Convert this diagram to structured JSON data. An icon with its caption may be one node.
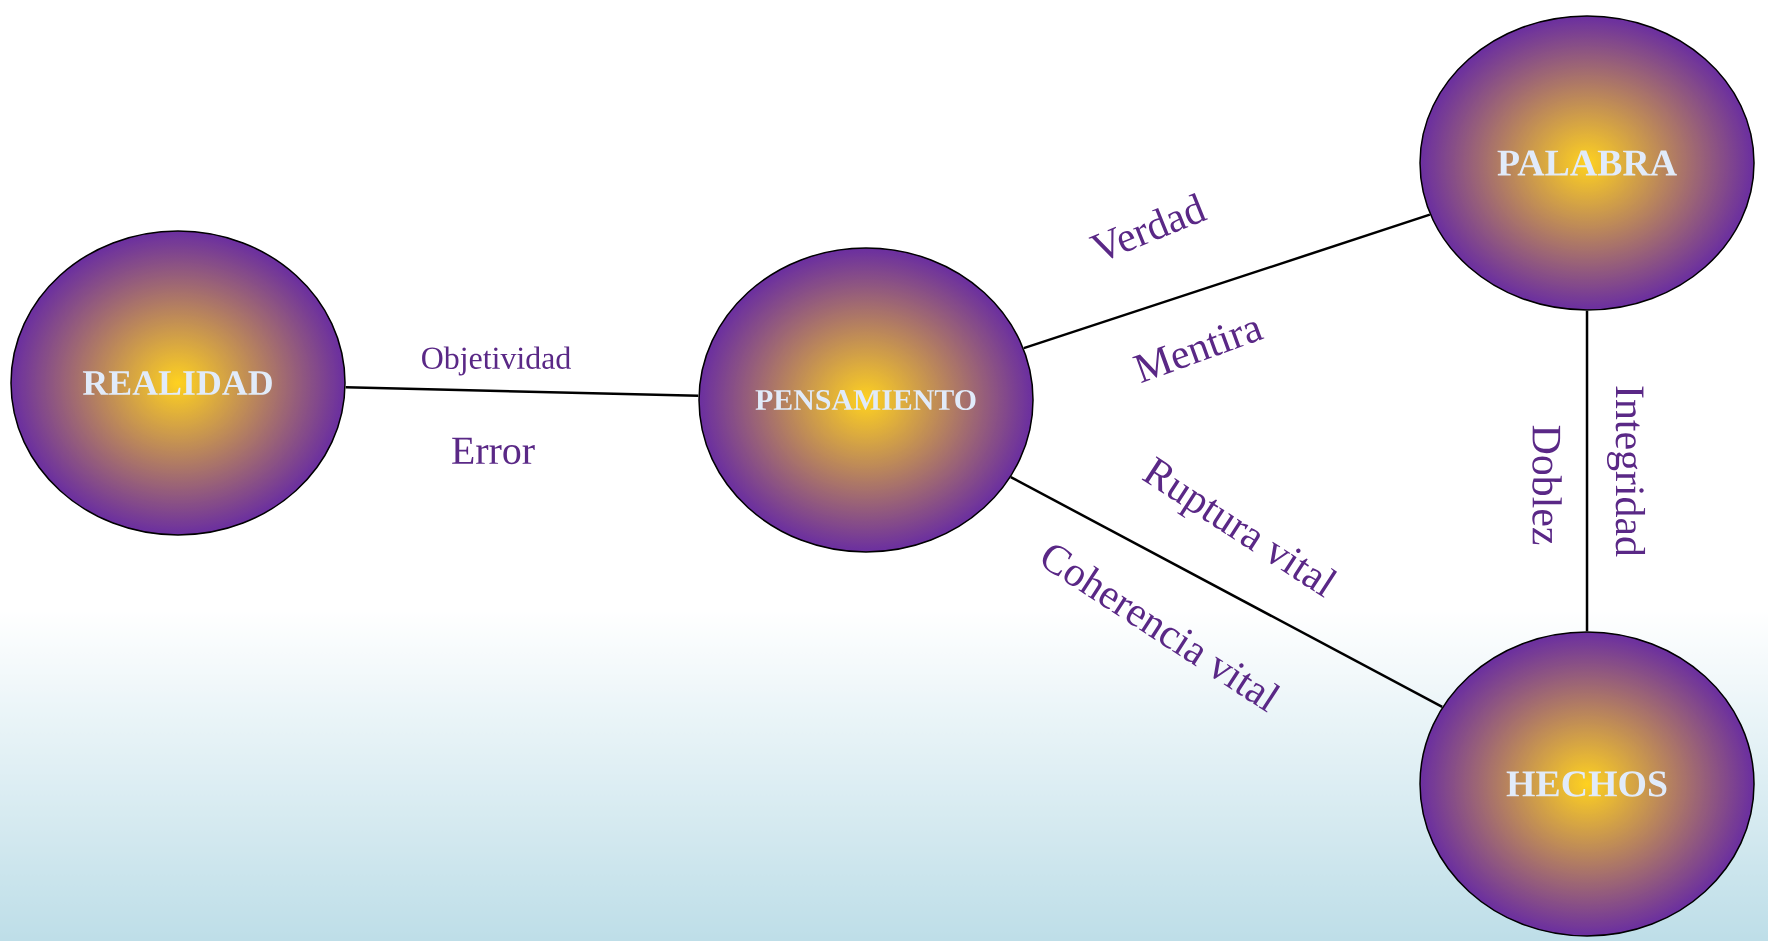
{
  "diagram": {
    "nodes": [
      {
        "text": [
          "REALIDAD"
        ]
      },
      {
        "text": [
          "PENSAMIENTO"
        ]
      },
      {
        "text": [
          "PALABRA"
        ]
      },
      {
        "text": [
          "HECHOS"
        ]
      }
    ],
    "edges": [
      {
        "from": 0,
        "to": 1,
        "arrow": "none",
        "label": "Objetividad"
      },
      {
        "from": 1,
        "to": 2,
        "arrow": "none",
        "label": "Verdad"
      },
      {
        "from": 1,
        "to": 3,
        "arrow": "none",
        "label": "Coherencia vital"
      },
      {
        "from": 2,
        "to": 3,
        "arrow": "none",
        "label": "Integridad"
      }
    ],
    "labels": [
      "Error",
      "Mentira",
      "Ruptura vital",
      "Doblez"
    ]
  }
}
